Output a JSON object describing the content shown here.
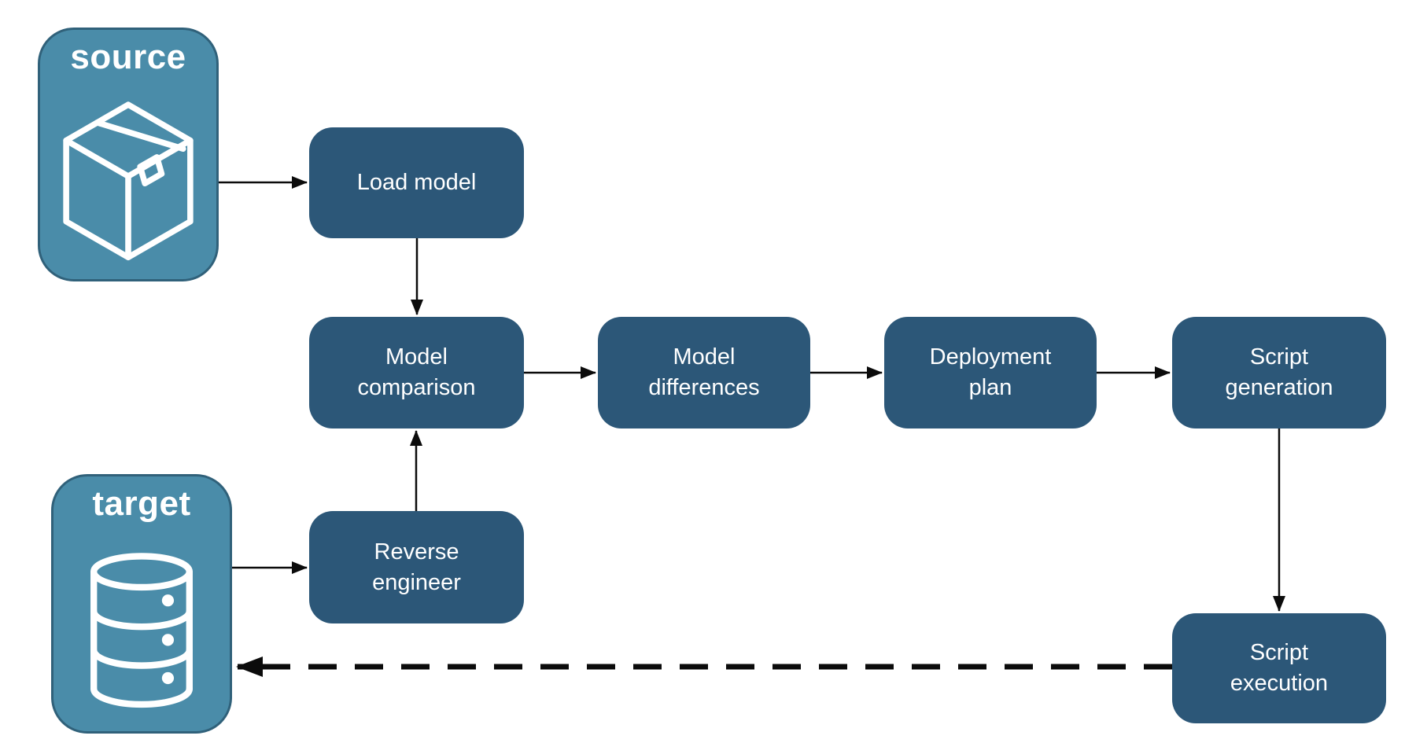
{
  "colors": {
    "entity-fill": "#4A8CA9",
    "entity-border": "#30617A",
    "process-fill": "#2C5778",
    "arrow": "#0b0b0b",
    "label-text": "#FFFFFF",
    "bg": "#FFFFFF"
  },
  "diagram": {
    "entities": {
      "source": {
        "label": "source",
        "icon": "package-icon"
      },
      "target": {
        "label": "target",
        "icon": "database-icon"
      }
    },
    "processes": {
      "load_model": {
        "lines": [
          "Load model",
          ""
        ]
      },
      "model_comparison": {
        "lines": [
          "Model",
          "comparison"
        ]
      },
      "model_differences": {
        "lines": [
          "Model",
          "differences"
        ]
      },
      "deployment_plan": {
        "lines": [
          "Deployment",
          "plan"
        ]
      },
      "script_generation": {
        "lines": [
          "Script",
          "generation"
        ]
      },
      "reverse_engineer": {
        "lines": [
          "Reverse",
          "engineer"
        ]
      },
      "script_execution": {
        "lines": [
          "Script",
          "execution"
        ]
      }
    },
    "connections": [
      {
        "from": "source",
        "to": "load_model",
        "style": "solid"
      },
      {
        "from": "load_model",
        "to": "model_comparison",
        "style": "solid"
      },
      {
        "from": "model_comparison",
        "to": "model_differences",
        "style": "solid"
      },
      {
        "from": "model_differences",
        "to": "deployment_plan",
        "style": "solid"
      },
      {
        "from": "deployment_plan",
        "to": "script_generation",
        "style": "solid"
      },
      {
        "from": "script_generation",
        "to": "script_execution",
        "style": "solid"
      },
      {
        "from": "target",
        "to": "reverse_engineer",
        "style": "solid"
      },
      {
        "from": "reverse_engineer",
        "to": "model_comparison",
        "style": "solid"
      },
      {
        "from": "script_execution",
        "to": "target",
        "style": "dashed"
      }
    ]
  }
}
